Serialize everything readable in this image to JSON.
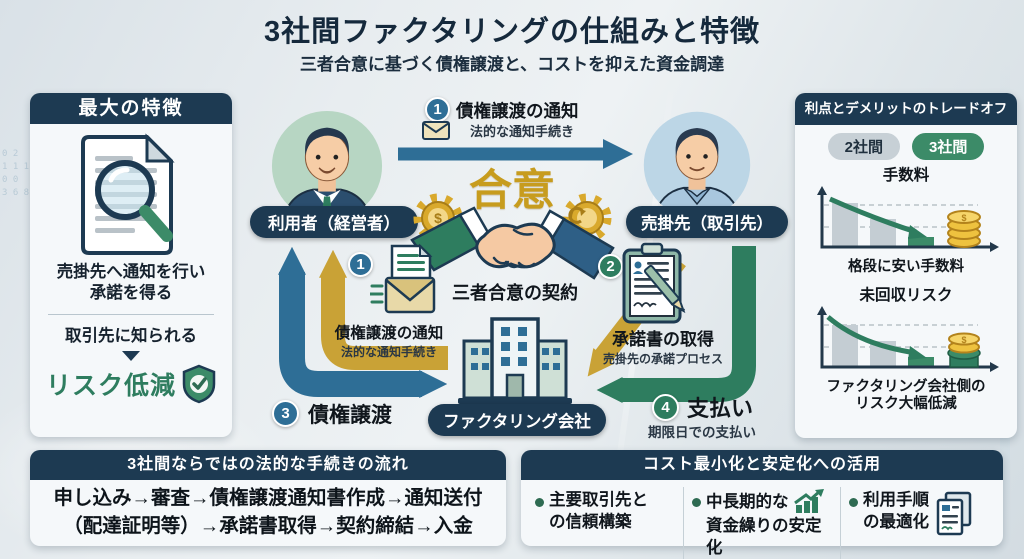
{
  "header": {
    "title": "3社間ファクタリングの仕組みと特徴",
    "subtitle": "三者合意に基づく債権譲渡と、コストを抑えた資金調達"
  },
  "left_panel": {
    "header": "最大の特徴",
    "feature_line1": "売掛先へ通知を行い",
    "feature_line2": "承諾を得る",
    "caption": "取引先に知られる",
    "highlight": "リスク低減"
  },
  "diagram": {
    "user_label": "利用者（経営者）",
    "customer_label": "売掛先（取引先）",
    "company_label": "ファクタリング会社",
    "agreement_title": "合意",
    "agreement_caption": "三者合意の契約",
    "steps": {
      "notice_top": {
        "num": "1",
        "title": "債権譲渡の通知",
        "sub": "法的な通知手続き"
      },
      "notice_left": {
        "num": "1",
        "title": "債権譲渡の通知",
        "sub": "法的な通知手続き"
      },
      "consent": {
        "num": "2",
        "title": "承諾書の取得",
        "sub": "売掛先の承諾プロセス"
      },
      "transfer": {
        "num": "3",
        "title": "債権譲渡"
      },
      "payment": {
        "num": "4",
        "title": "支払い",
        "sub": "期限日での支払い"
      }
    }
  },
  "right_panel": {
    "header": "利点とデメリットのトレードオフ",
    "badges": [
      {
        "label": "2社間"
      },
      {
        "label": "3社間"
      }
    ],
    "charts": [
      {
        "title": "手数料",
        "caption": "格段に安い手数料",
        "trend": "decreasing",
        "bars_relative": [
          100,
          64,
          22
        ]
      },
      {
        "title": "未回収リスク",
        "caption_line1": "ファクタリング会社側の",
        "caption_line2": "リスク大幅低減",
        "trend": "decreasing",
        "bars_relative": [
          100,
          62,
          22
        ]
      }
    ]
  },
  "bottom_left": {
    "header": "3社間ならではの法的な手続きの流れ",
    "line1": "申し込み→審査→債権譲渡通知書作成→通知送付",
    "line2": "（配達証明等）→承諾書取得→契約締結→入金"
  },
  "bottom_right": {
    "header": "コスト最小化と安定化への活用",
    "items": [
      {
        "line1": "主要取引先と",
        "line2": "の信頼構築"
      },
      {
        "line1": "中長期的な",
        "line2": "資金繰りの安定化"
      },
      {
        "line1": "利用手順",
        "line2": "の最適化"
      }
    ]
  },
  "decor": {
    "digits": "0 2\n1 1 1\n0 0\n3 6 8"
  },
  "colors": {
    "navy": "#1d3a52",
    "steel_blue": "#2e6e96",
    "gold": "#c9a236",
    "green": "#2e7d5f",
    "panel_bg": "#f5f8fa",
    "badge_gray": "#c7d0d6",
    "bar_gray": "#c4cdd3",
    "coin_gold": "#eec23f"
  },
  "icons": [
    "document-magnifier-icon",
    "shield-check-icon",
    "envelope-icon",
    "envelope-letter-icon",
    "handshake-icon",
    "gear-dollar-icon",
    "gear-sync-icon",
    "clipboard-pen-icon",
    "building-icon",
    "coins-icon",
    "growth-chart-icon",
    "documents-icon",
    "down-arrow-icon"
  ]
}
